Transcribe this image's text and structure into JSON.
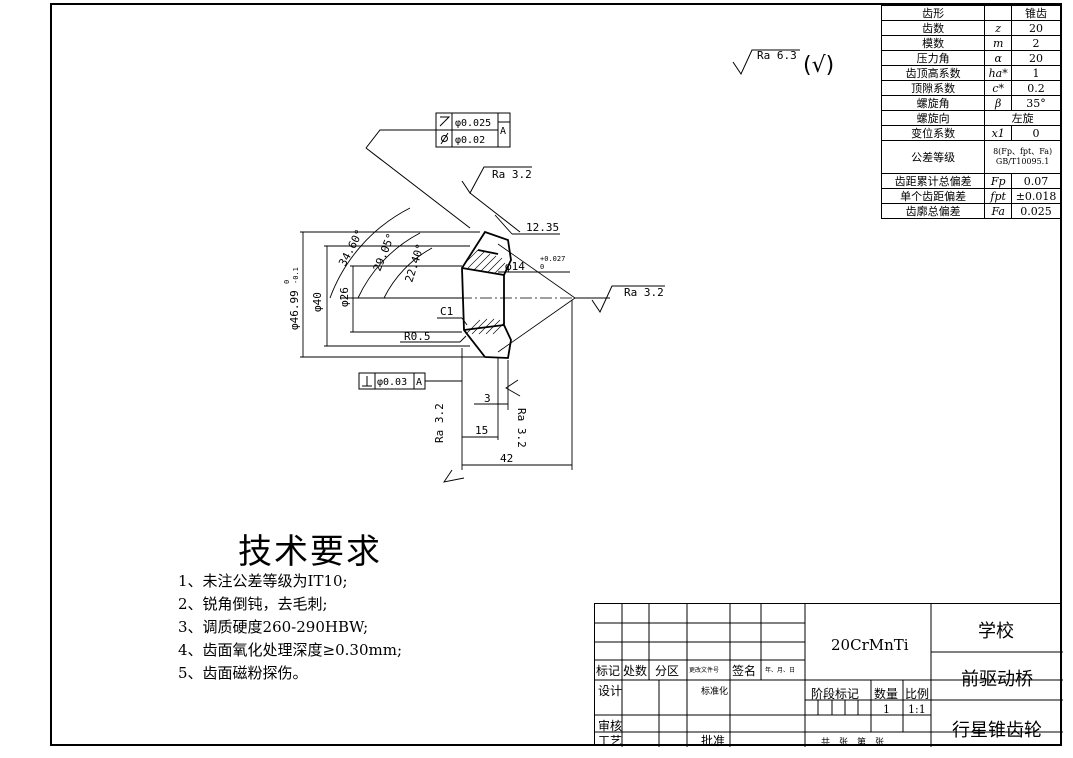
{
  "roughness": {
    "global": "Ra 6.3",
    "global_symbol": "(√)",
    "face_top": "Ra 3.2",
    "face_right": "Ra 3.2",
    "bottom_left": "Ra 3.2",
    "bottom_right": "Ra 3.2"
  },
  "tolerance": {
    "runout_value": "φ0.025",
    "circular_value": "φ0.02",
    "datum_top": "A",
    "perp_value": "φ0.03",
    "perp_datum": "A"
  },
  "dimensions": {
    "angle_1": "34.60°",
    "angle_2": "29.05°",
    "angle_3": "22.40°",
    "length_12_35": "12.35",
    "bore": "φ14",
    "bore_tol": "+0.027",
    "bore_tol_low": "0",
    "dia_outer": "φ46.99",
    "dia_outer_tol": "0",
    "dia_outer_tol_low": "-0.1",
    "dia_40": "φ40",
    "dia_26": "φ26",
    "chamfer": "C1",
    "radius": "R0.5",
    "len_3": "3",
    "len_15": "15",
    "len_42": "42"
  },
  "gear_params": {
    "rows": [
      {
        "name": "齿形",
        "symbol": "",
        "value": "锥齿"
      },
      {
        "name": "齿数",
        "symbol": "z",
        "value": "20"
      },
      {
        "name": "模数",
        "symbol": "m",
        "value": "2"
      },
      {
        "name": "压力角",
        "symbol": "α",
        "value": "20"
      },
      {
        "name": "齿顶高系数",
        "symbol": "ha*",
        "value": "1"
      },
      {
        "name": "顶隙系数",
        "symbol": "c*",
        "value": "0.2"
      },
      {
        "name": "螺旋角",
        "symbol": "β",
        "value": "35°"
      }
    ],
    "helix_dir_name": "螺旋向",
    "helix_dir_value": "左旋",
    "shift_name": "变位系数",
    "shift_symbol": "x1",
    "shift_value": "0",
    "tol_grade_name": "公差等级",
    "tol_grade_value_1": "8(Fp、fpt、Fa)",
    "tol_grade_value_2": "GB/T10095.1",
    "rows2": [
      {
        "name": "齿距累计总偏差",
        "symbol": "Fp",
        "value": "0.07"
      },
      {
        "name": "单个齿距偏差",
        "symbol": "fpt",
        "value": "±0.018"
      },
      {
        "name": "齿廓总偏差",
        "symbol": "Fa",
        "value": "0.025"
      }
    ]
  },
  "tech": {
    "title": "技术要求",
    "items": [
      "1、未注公差等级为IT10;",
      "2、锐角倒钝，去毛刺;",
      "3、调质硬度260-290HBW;",
      "4、齿面氧化处理深度≥0.30mm;",
      "5、齿面磁粉探伤。"
    ]
  },
  "title_block": {
    "material": "20CrMnTi",
    "school": "学校",
    "assembly": "前驱动桥",
    "part_name": "行星锥齿轮",
    "h_mark": "标记",
    "h_count": "处数",
    "h_zone": "分区",
    "h_doc": "更改文件号",
    "h_sign": "签名",
    "h_date": "年、月、日",
    "design": "设计",
    "standard": "标准化",
    "stage": "阶段标记",
    "qty": "数量",
    "scale": "比例",
    "qty_val": "1",
    "scale_val": "1:1",
    "review": "审核",
    "process": "工艺",
    "approve": "批准",
    "sheets": "共　张　第　张"
  }
}
